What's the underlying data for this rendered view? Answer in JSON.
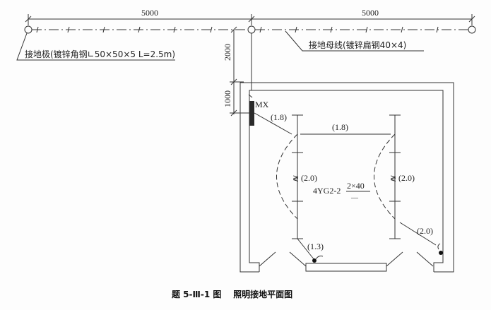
{
  "dimensions": {
    "span_left": "5000",
    "span_right": "5000",
    "vertical_top": "2000",
    "vertical_bottom": "1000"
  },
  "labels": {
    "ground_electrode": "接地极(镀锌角钢∟50×50×5 L=2.5m)",
    "ground_bus": "接地母线(镀锌扁钢40×4)",
    "panel": "MX",
    "run_mx_to_fixture": "(1.8)",
    "run_between_fixtures": "(1.8)",
    "fixture_left_height": "(2.0)",
    "fixture_right_height": "(2.0)",
    "fixture_spec": "4YG2-2",
    "fixture_fraction_top": "2×40",
    "fixture_fraction_bottom": "—",
    "switch_left_height": "(1.3)",
    "switch_right_height": "(2.0)"
  },
  "caption": "题 5-Ⅲ-1 图    照明接地平面图"
}
